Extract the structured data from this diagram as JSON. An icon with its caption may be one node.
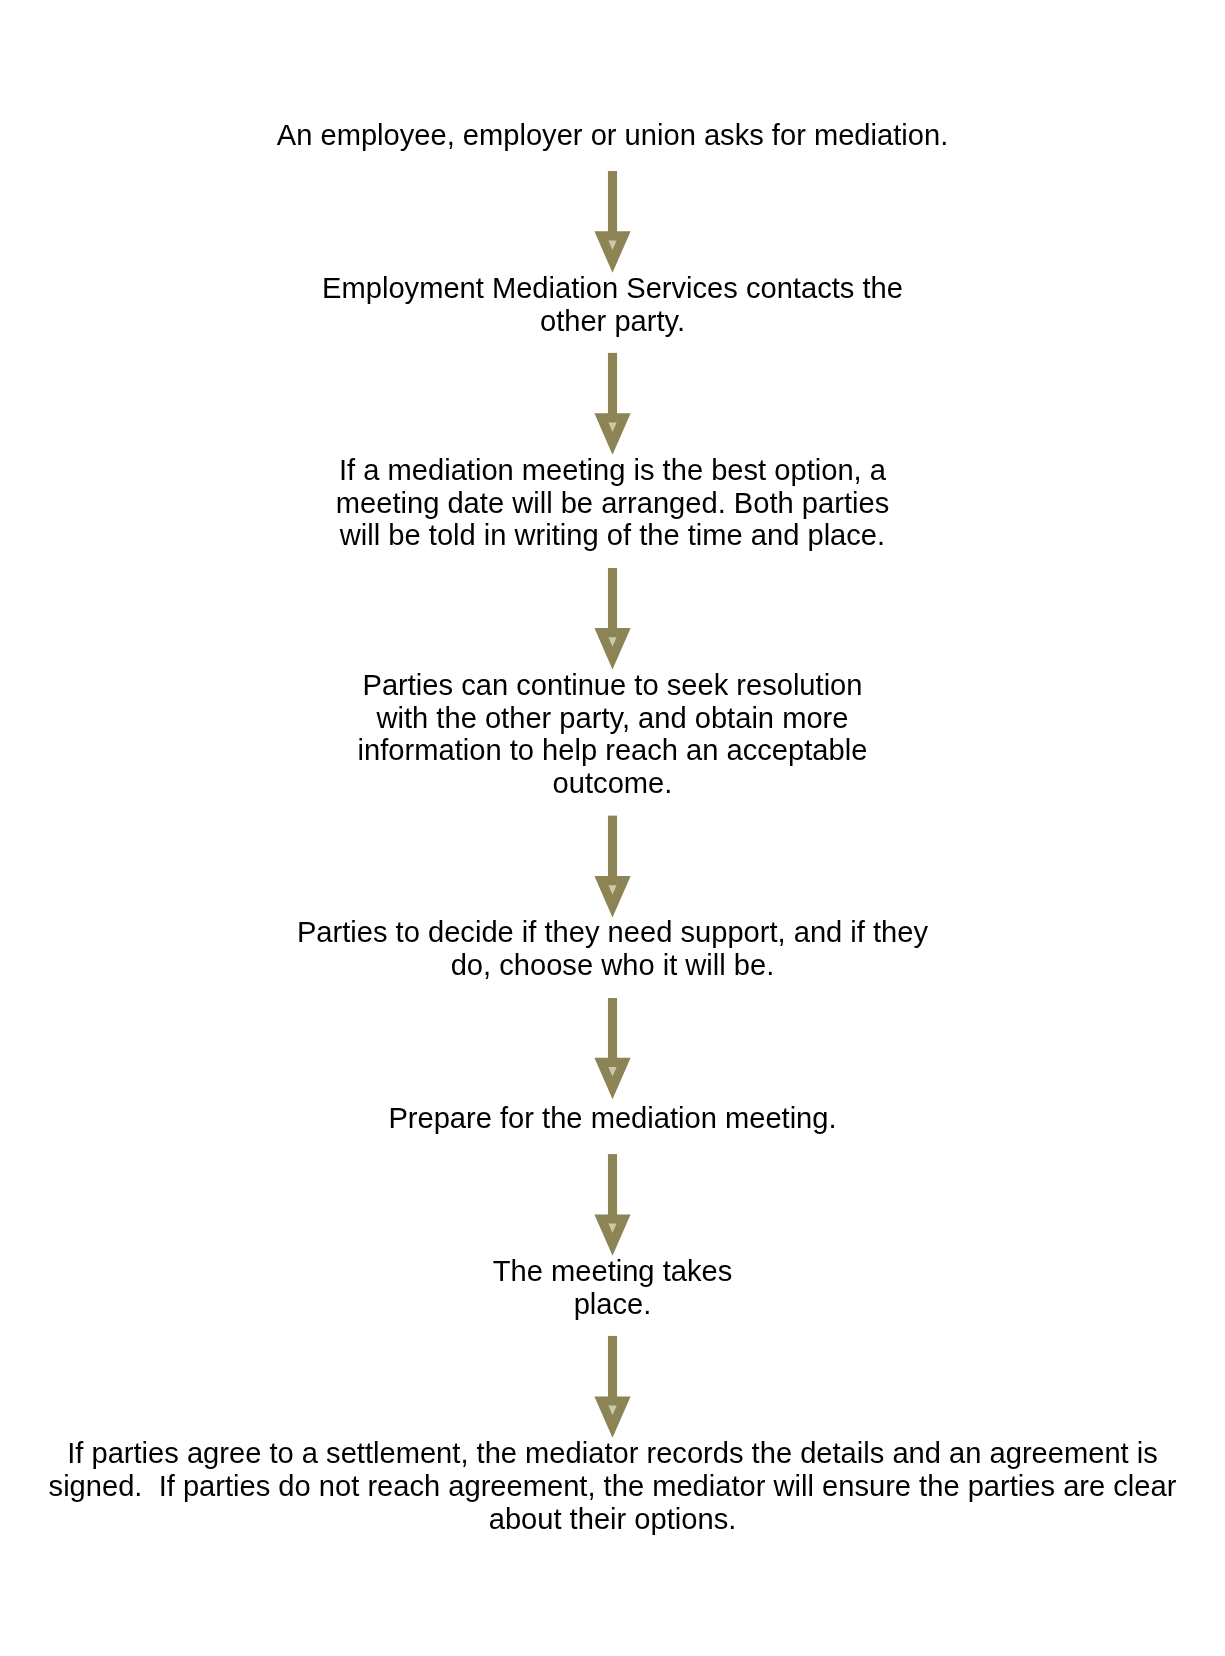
{
  "diagram": {
    "nodes": [
      {
        "text": [
          "An employee, employer or union asks for mediation."
        ]
      },
      {
        "text": [
          "Employment Mediation Services contacts the other party."
        ]
      },
      {
        "text": [
          "If a mediation meeting is the best option, a meeting date will be arranged. Both parties will be told in writing of the time and place."
        ]
      },
      {
        "text": [
          "Parties can continue to seek resolution with the other party, and obtain more information to help reach an acceptable outcome."
        ]
      },
      {
        "text": [
          "Parties to decide if they need support, and if they do, choose who it will be."
        ]
      },
      {
        "text": [
          "Prepare for the mediation meeting."
        ]
      },
      {
        "text": [
          "The meeting takes place."
        ]
      },
      {
        "text": [
          "If parties agree to a settlement, the mediator records the details and an agreement is signed.  If parties do not reach agreement, the mediator will ensure the parties are clear about their options."
        ]
      }
    ],
    "edges": [
      {
        "from": 0,
        "to": 1,
        "arrow": "to"
      },
      {
        "from": 1,
        "to": 2,
        "arrow": "to"
      },
      {
        "from": 2,
        "to": 3,
        "arrow": "to"
      },
      {
        "from": 3,
        "to": 4,
        "arrow": "to"
      },
      {
        "from": 4,
        "to": 5,
        "arrow": "to"
      },
      {
        "from": 5,
        "to": 6,
        "arrow": "to"
      },
      {
        "from": 6,
        "to": 7,
        "arrow": "to"
      }
    ]
  }
}
